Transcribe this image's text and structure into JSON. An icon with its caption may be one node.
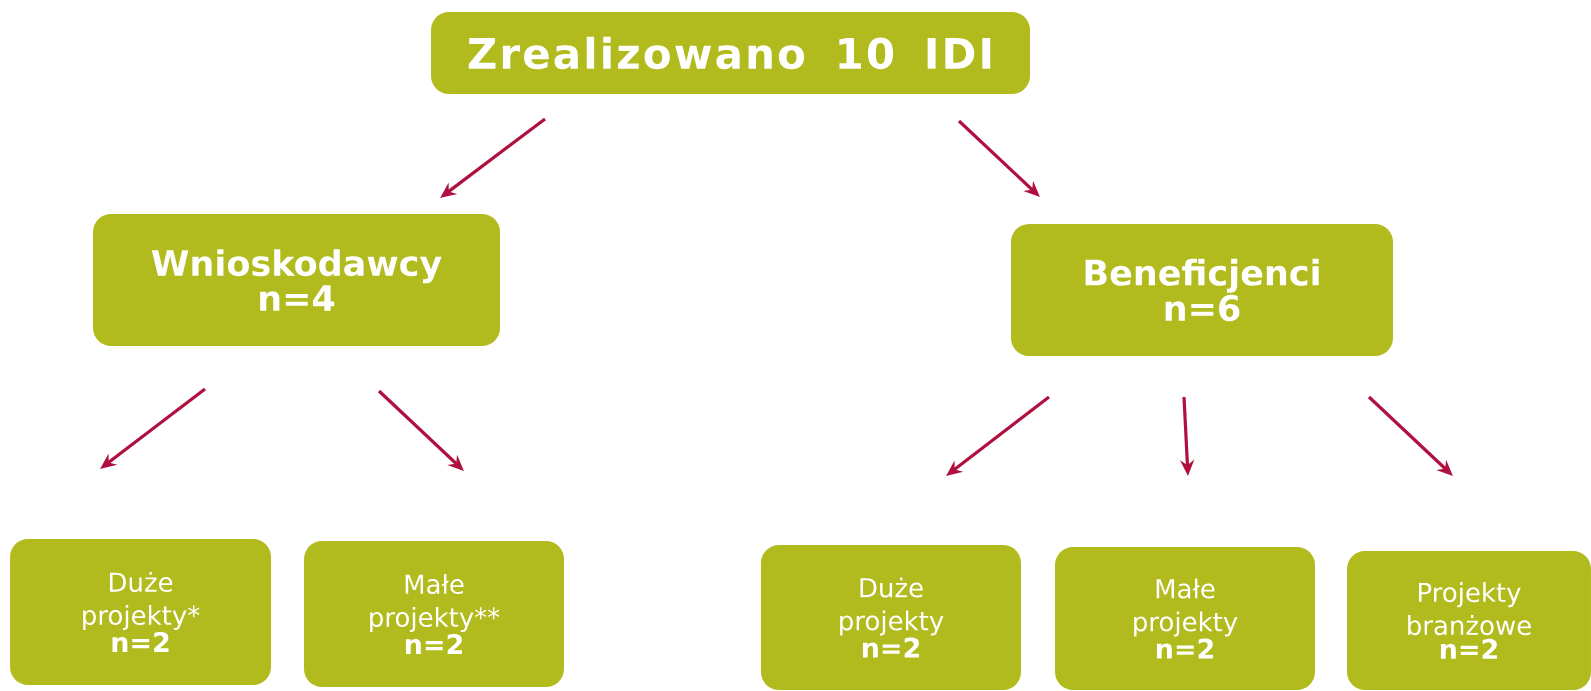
{
  "diagram": {
    "nodes": [
      {
        "text": [
          "Zrealizowano 10 IDI"
        ]
      },
      {
        "text": [
          "Wnioskodawcy",
          "n=4"
        ]
      },
      {
        "text": [
          "Beneficjenci",
          "n=6"
        ]
      },
      {
        "text": [
          "Duże projekty*",
          "n=2"
        ]
      },
      {
        "text": [
          "Małe projekty**",
          "n=2"
        ]
      },
      {
        "text": [
          "Duże projekty",
          "n=2"
        ]
      },
      {
        "text": [
          "Małe projekty",
          "n=2"
        ]
      },
      {
        "text": [
          "Projekty branżowe",
          "n=2"
        ]
      }
    ],
    "edges": [
      {
        "from": 0,
        "to": 1,
        "arrow": "to"
      },
      {
        "from": 0,
        "to": 2,
        "arrow": "to"
      },
      {
        "from": 1,
        "to": 3,
        "arrow": "to"
      },
      {
        "from": 1,
        "to": 4,
        "arrow": "to"
      },
      {
        "from": 2,
        "to": 5,
        "arrow": "to"
      },
      {
        "from": 2,
        "to": 6,
        "arrow": "to"
      },
      {
        "from": 2,
        "to": 7,
        "arrow": "to"
      }
    ]
  }
}
